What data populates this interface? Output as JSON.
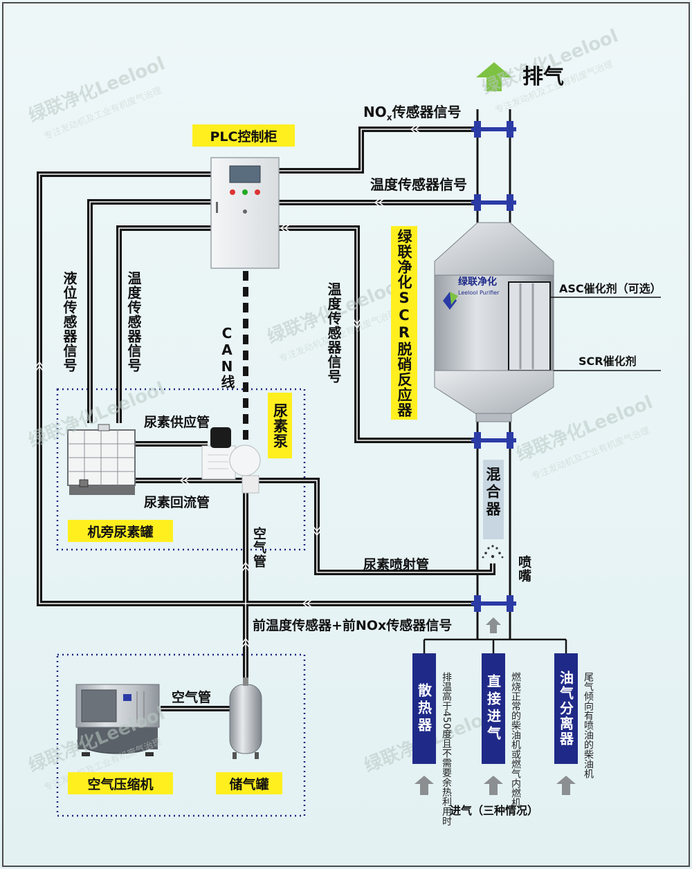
{
  "labels": {
    "exhaust": "排气",
    "nox_signal_prefix": "NO",
    "nox_signal_sub": "x",
    "nox_signal_suffix": "传感器信号",
    "plc": "PLC控制柜",
    "temp_signal_top": "温度传感器信号",
    "reactor_title": "绿联净化SCR脱硝反应器",
    "asc": "ASC催化剂（可选）",
    "scr": "SCR催化剂",
    "level_signal": "液位传感器信号",
    "temp_signal_left": "温度传感器信号",
    "can": "CAN线",
    "temp_signal_mid": "温度传感器信号",
    "pump": "尿素泵",
    "supply": "尿素供应管",
    "return": "尿素回流管",
    "tank": "机旁尿素罐",
    "air_pipe_v": "空气管",
    "mixer": "混合器",
    "nozzle": "喷嘴",
    "inject": "尿素喷射管",
    "front_signal": "前温度传感器+前NOx传感器信号",
    "compressor": "空气压缩机",
    "air_pipe_h": "空气管",
    "receiver": "储气罐",
    "intake": "进气（三种情况）"
  },
  "device_text": {
    "reactor_brand": "绿联净化",
    "reactor_brand_en": "Leelool Purifier"
  },
  "intake_options": [
    {
      "label": "散热器",
      "note": "排温高于450度且不需要余热利用时"
    },
    {
      "label": "直接进气",
      "note": "燃烧正常的柴油机或燃气内燃机"
    },
    {
      "label": "油气分离器",
      "note": "尾气倾向有喷油的柴油机"
    }
  ],
  "watermark": {
    "main": "绿联净化Leelool",
    "sub": "专注发动机及工业有机废气治理"
  },
  "colors": {
    "line": "#151515",
    "highlight": "#ffef1f",
    "intake_box": "#1f2a88",
    "arrow_green": "#7dc242",
    "flange": "#2b3ba6",
    "mixer_box": "#c7d6e0",
    "dotted_border": "#1a237e"
  }
}
